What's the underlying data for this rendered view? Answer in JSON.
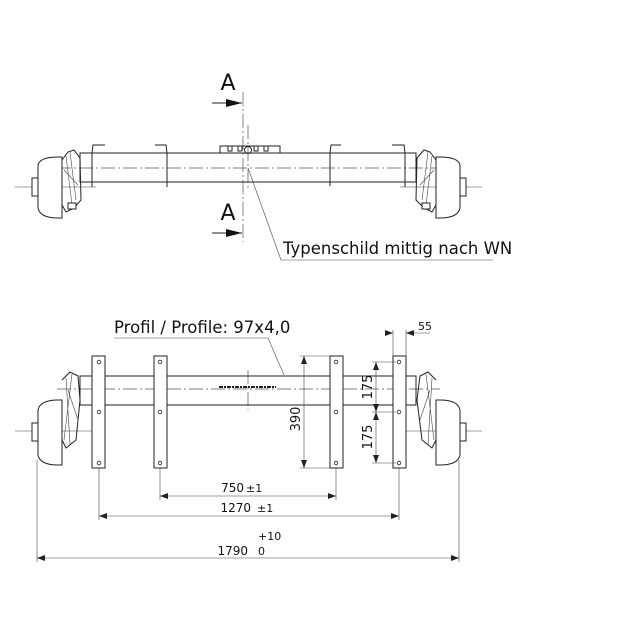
{
  "section": {
    "label_top": "A",
    "label_bottom": "A"
  },
  "top_view": {
    "note": "Typenschild mittig nach WN"
  },
  "bottom_view": {
    "profile_label": "Profil / Profile: 97x4,0",
    "dims": {
      "d55": "55",
      "d175_upper": "175",
      "d175_lower": "175",
      "d390": "390",
      "d750": "750",
      "d750_tol": "±1",
      "d1270": "1270",
      "d1270_tol": "±1",
      "d1790": "1790",
      "d1790_tol_upper": "+10",
      "d1790_tol_lower": "0"
    }
  }
}
